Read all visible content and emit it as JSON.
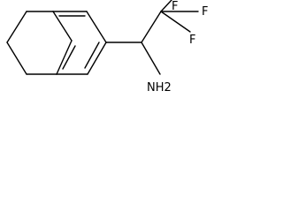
{
  "molecule": {
    "atoms": {
      "f1": "F",
      "f2": "F",
      "f3": "F",
      "amine": "NH2"
    },
    "colors": {
      "bond": "#000000",
      "label": "#000000",
      "background": "#ffffff"
    }
  }
}
